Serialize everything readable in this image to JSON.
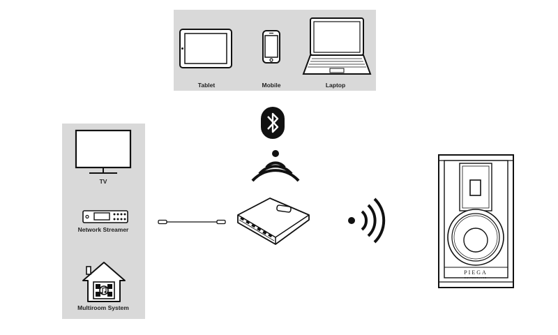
{
  "sources_top": {
    "tablet_label": "Tablet",
    "mobile_label": "Mobile",
    "laptop_label": "Laptop"
  },
  "sources_left": {
    "tv_label": "TV",
    "streamer_label": "Network Streamer",
    "multiroom_label": "Multiroom System"
  },
  "speaker": {
    "brand": "PIEGA",
    "subtitle": "SWITZERLAND"
  },
  "colors": {
    "panel": "#d9d9d9",
    "line": "#111111"
  },
  "icons": [
    "tablet-icon",
    "mobile-icon",
    "laptop-icon",
    "bluetooth-icon",
    "tv-icon",
    "network-streamer-icon",
    "multiroom-icon",
    "cable-icon",
    "wireless-hub-icon",
    "speaker-icon",
    "wireless-waves-icon"
  ]
}
